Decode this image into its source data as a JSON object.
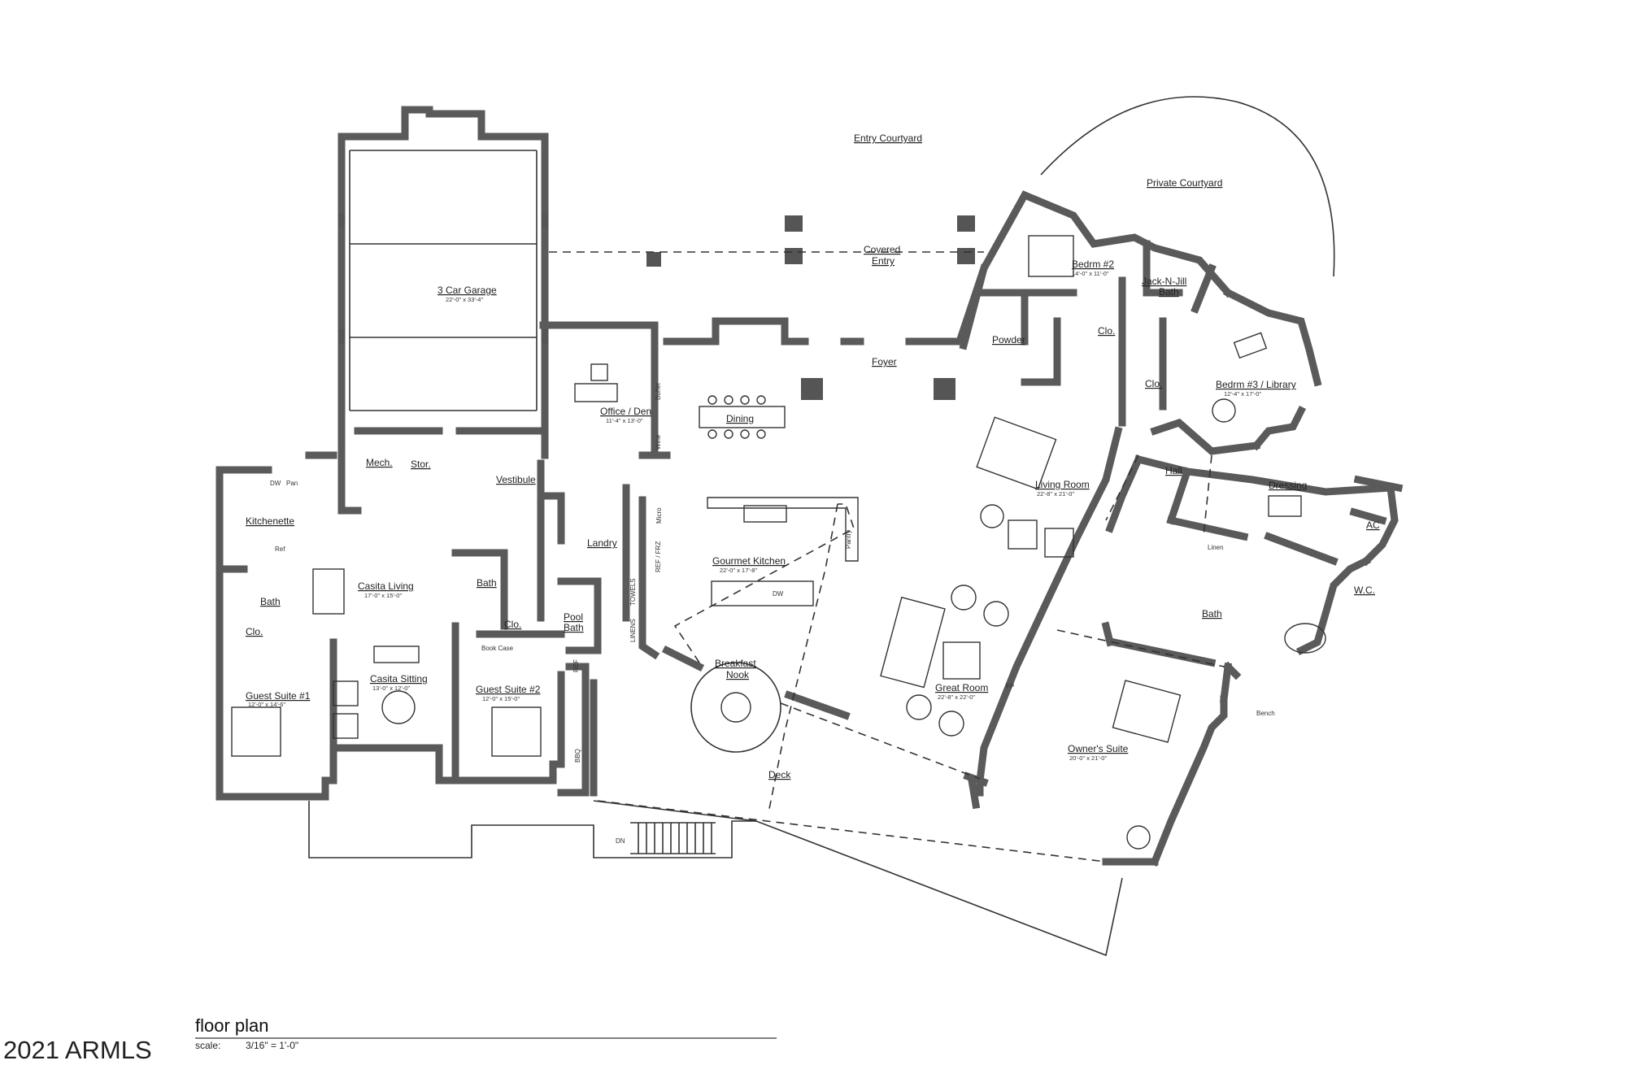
{
  "rooms": [
    {
      "id": "entry-courtyard",
      "label": "Entry Courtyard",
      "dims": ""
    },
    {
      "id": "private-courtyard",
      "label": "Private Courtyard",
      "dims": ""
    },
    {
      "id": "garage",
      "label": "3 Car Garage",
      "dims": "22'-0\" x 33'-4\""
    },
    {
      "id": "covered-entry-1",
      "label": "Covered",
      "dims": ""
    },
    {
      "id": "covered-entry-2",
      "label": "Entry",
      "dims": ""
    },
    {
      "id": "bedrm-2",
      "label": "Bedrm #2",
      "dims": "14'-0\" x 11'-0\""
    },
    {
      "id": "jack-n-jill-1",
      "label": "Jack-N-Jill",
      "dims": ""
    },
    {
      "id": "jack-n-jill-2",
      "label": "Bath",
      "dims": ""
    },
    {
      "id": "powder",
      "label": "Powder",
      "dims": ""
    },
    {
      "id": "clo-upper",
      "label": "Clo.",
      "dims": ""
    },
    {
      "id": "clo-upper-2",
      "label": "Clo.",
      "dims": ""
    },
    {
      "id": "bedrm-3",
      "label": "Bedrm #3 / Library",
      "dims": "12'-4\" x 17'-0\""
    },
    {
      "id": "foyer",
      "label": "Foyer",
      "dims": ""
    },
    {
      "id": "office",
      "label": "Office / Den",
      "dims": "11'-4\" x 13'-0\""
    },
    {
      "id": "dining",
      "label": "Dining",
      "dims": ""
    },
    {
      "id": "living",
      "label": "Living Room",
      "dims": "22'-8\" x 21'-0\""
    },
    {
      "id": "hall",
      "label": "Hall",
      "dims": ""
    },
    {
      "id": "dressing",
      "label": "Dressing",
      "dims": ""
    },
    {
      "id": "ac",
      "label": "AC",
      "dims": ""
    },
    {
      "id": "mech",
      "label": "Mech.",
      "dims": ""
    },
    {
      "id": "stor",
      "label": "Stor.",
      "dims": ""
    },
    {
      "id": "vestibule",
      "label": "Vestibule",
      "dims": ""
    },
    {
      "id": "kitchenette",
      "label": "Kitchenette",
      "dims": ""
    },
    {
      "id": "laundry",
      "label": "Landry",
      "dims": ""
    },
    {
      "id": "gourmet-kitchen",
      "label": "Gourmet Kitchen",
      "dims": "22'-0\" x 17'-8\""
    },
    {
      "id": "casita-living",
      "label": "Casita Living",
      "dims": "17'-0\" x 15'-0\""
    },
    {
      "id": "bath-casita",
      "label": "Bath",
      "dims": ""
    },
    {
      "id": "bath-mid",
      "label": "Bath",
      "dims": ""
    },
    {
      "id": "clo-casita",
      "label": "Clo.",
      "dims": ""
    },
    {
      "id": "clo-mid",
      "label": "Clo.",
      "dims": ""
    },
    {
      "id": "pool-bath-1",
      "label": "Pool",
      "dims": ""
    },
    {
      "id": "pool-bath-2",
      "label": "Bath",
      "dims": ""
    },
    {
      "id": "wc",
      "label": "W.C.",
      "dims": ""
    },
    {
      "id": "master-bath",
      "label": "Bath",
      "dims": ""
    },
    {
      "id": "breakfast-1",
      "label": "Breakfast",
      "dims": ""
    },
    {
      "id": "breakfast-2",
      "label": "Nook",
      "dims": ""
    },
    {
      "id": "guest-suite-1",
      "label": "Guest Suite #1",
      "dims": "12'-0\" x 14'-6\""
    },
    {
      "id": "casita-sitting",
      "label": "Casita Sitting",
      "dims": "13'-0\" x 12'-0\""
    },
    {
      "id": "guest-suite-2",
      "label": "Guest Suite #2",
      "dims": "12'-0\" x 15'-0\""
    },
    {
      "id": "great-room",
      "label": "Great Room",
      "dims": "22'-8\" x 22'-0\""
    },
    {
      "id": "owners-suite",
      "label": "Owner's Suite",
      "dims": "20'-0\" x 21'-0\""
    },
    {
      "id": "deck",
      "label": "Deck",
      "dims": ""
    }
  ],
  "fixtures": {
    "buffet": "Buffet",
    "wine": "Wine",
    "micro": "Micro",
    "ref_frz": "REF / FRZ",
    "linens": "LINENS",
    "towels": "TOWELS",
    "pantry": "Pantry",
    "dw_kitchen": "DW",
    "dw_kitchenette": "DW",
    "pan": "Pan",
    "ref_kitchenette": "Ref",
    "book_case": "Book Case",
    "ref_pool": "REF",
    "bbq": "BBQ",
    "fp": "FP",
    "linen": "Linen",
    "bench": "Bench",
    "dn": "DN"
  },
  "title_block": {
    "title": "floor plan",
    "scale_label": "scale:",
    "scale_value": "3/16\" = 1'-0\""
  },
  "watermark": "2021 ARMLS",
  "colors": {
    "walls": "#5a5a5a",
    "lines": "#333333",
    "background": "#ffffff"
  }
}
